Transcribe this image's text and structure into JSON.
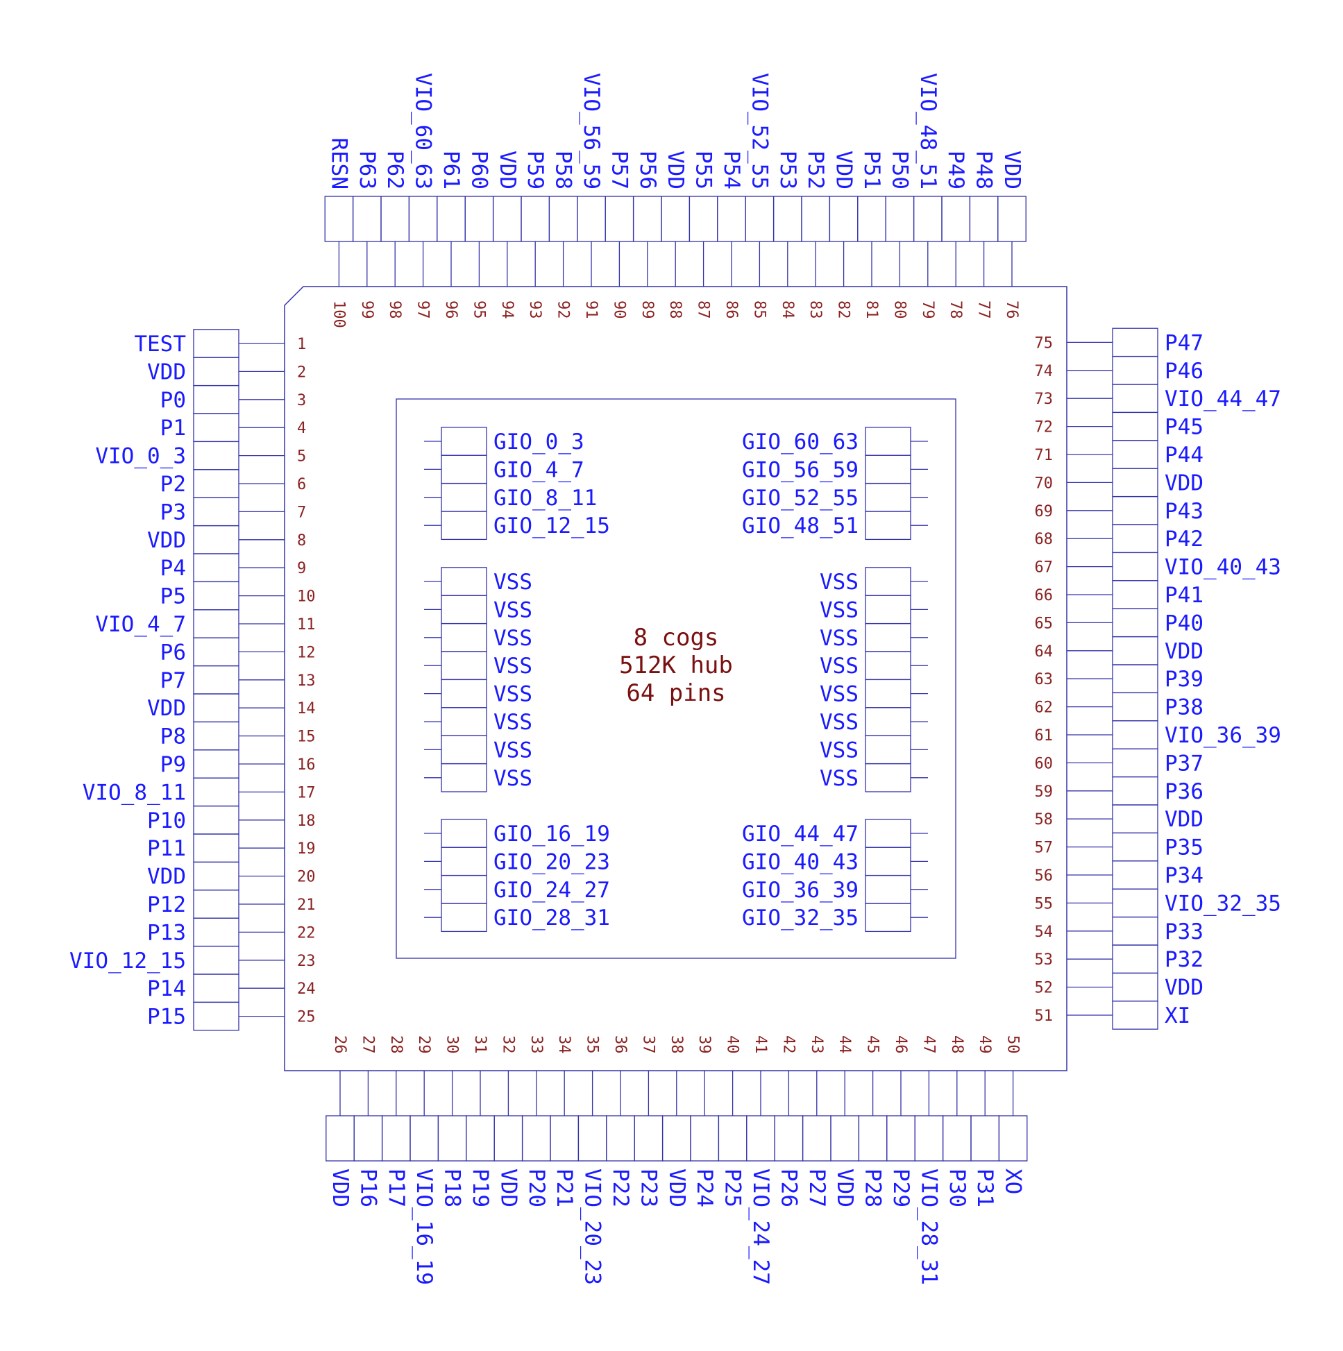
{
  "colors": {
    "outline": "#3333aa",
    "pin_label": "#1a1aff",
    "pin_number": "#8b2222",
    "center_text": "#7a1010",
    "background": "#ffffff"
  },
  "center_text": [
    "8 cogs",
    "512K hub",
    "64 pins"
  ],
  "left_pins": [
    {
      "num": "1",
      "name": "TEST"
    },
    {
      "num": "2",
      "name": "VDD"
    },
    {
      "num": "3",
      "name": "P0"
    },
    {
      "num": "4",
      "name": "P1"
    },
    {
      "num": "5",
      "name": "VIO_0_3"
    },
    {
      "num": "6",
      "name": "P2"
    },
    {
      "num": "7",
      "name": "P3"
    },
    {
      "num": "8",
      "name": "VDD"
    },
    {
      "num": "9",
      "name": "P4"
    },
    {
      "num": "10",
      "name": "P5"
    },
    {
      "num": "11",
      "name": "VIO_4_7"
    },
    {
      "num": "12",
      "name": "P6"
    },
    {
      "num": "13",
      "name": "P7"
    },
    {
      "num": "14",
      "name": "VDD"
    },
    {
      "num": "15",
      "name": "P8"
    },
    {
      "num": "16",
      "name": "P9"
    },
    {
      "num": "17",
      "name": "VIO_8_11"
    },
    {
      "num": "18",
      "name": "P10"
    },
    {
      "num": "19",
      "name": "P11"
    },
    {
      "num": "20",
      "name": "VDD"
    },
    {
      "num": "21",
      "name": "P12"
    },
    {
      "num": "22",
      "name": "P13"
    },
    {
      "num": "23",
      "name": "VIO_12_15"
    },
    {
      "num": "24",
      "name": "P14"
    },
    {
      "num": "25",
      "name": "P15"
    }
  ],
  "bottom_pins": [
    {
      "num": "26",
      "name": "VDD"
    },
    {
      "num": "27",
      "name": "P16"
    },
    {
      "num": "28",
      "name": "P17"
    },
    {
      "num": "29",
      "name": "VIO_16_19"
    },
    {
      "num": "30",
      "name": "P18"
    },
    {
      "num": "31",
      "name": "P19"
    },
    {
      "num": "32",
      "name": "VDD"
    },
    {
      "num": "33",
      "name": "P20"
    },
    {
      "num": "34",
      "name": "P21"
    },
    {
      "num": "35",
      "name": "VIO_20_23"
    },
    {
      "num": "36",
      "name": "P22"
    },
    {
      "num": "37",
      "name": "P23"
    },
    {
      "num": "38",
      "name": "VDD"
    },
    {
      "num": "39",
      "name": "P24"
    },
    {
      "num": "40",
      "name": "P25"
    },
    {
      "num": "41",
      "name": "VIO_24_27"
    },
    {
      "num": "42",
      "name": "P26"
    },
    {
      "num": "43",
      "name": "P27"
    },
    {
      "num": "44",
      "name": "VDD"
    },
    {
      "num": "45",
      "name": "P28"
    },
    {
      "num": "46",
      "name": "P29"
    },
    {
      "num": "47",
      "name": "VIO_28_31"
    },
    {
      "num": "48",
      "name": "P30"
    },
    {
      "num": "49",
      "name": "P31"
    },
    {
      "num": "50",
      "name": "XO"
    }
  ],
  "right_pins": [
    {
      "num": "51",
      "name": "XI"
    },
    {
      "num": "52",
      "name": "VDD"
    },
    {
      "num": "53",
      "name": "P32"
    },
    {
      "num": "54",
      "name": "P33"
    },
    {
      "num": "55",
      "name": "VIO_32_35"
    },
    {
      "num": "56",
      "name": "P34"
    },
    {
      "num": "57",
      "name": "P35"
    },
    {
      "num": "58",
      "name": "VDD"
    },
    {
      "num": "59",
      "name": "P36"
    },
    {
      "num": "60",
      "name": "P37"
    },
    {
      "num": "61",
      "name": "VIO_36_39"
    },
    {
      "num": "62",
      "name": "P38"
    },
    {
      "num": "63",
      "name": "P39"
    },
    {
      "num": "64",
      "name": "VDD"
    },
    {
      "num": "65",
      "name": "P40"
    },
    {
      "num": "66",
      "name": "P41"
    },
    {
      "num": "67",
      "name": "VIO_40_43"
    },
    {
      "num": "68",
      "name": "P42"
    },
    {
      "num": "69",
      "name": "P43"
    },
    {
      "num": "70",
      "name": "VDD"
    },
    {
      "num": "71",
      "name": "P44"
    },
    {
      "num": "72",
      "name": "P45"
    },
    {
      "num": "73",
      "name": "VIO_44_47"
    },
    {
      "num": "74",
      "name": "P46"
    },
    {
      "num": "75",
      "name": "P47"
    }
  ],
  "top_pins": [
    {
      "num": "76",
      "name": "VDD"
    },
    {
      "num": "77",
      "name": "P48"
    },
    {
      "num": "78",
      "name": "P49"
    },
    {
      "num": "79",
      "name": "VIO_48_51"
    },
    {
      "num": "80",
      "name": "P50"
    },
    {
      "num": "81",
      "name": "P51"
    },
    {
      "num": "82",
      "name": "VDD"
    },
    {
      "num": "83",
      "name": "P52"
    },
    {
      "num": "84",
      "name": "P53"
    },
    {
      "num": "85",
      "name": "VIO_52_55"
    },
    {
      "num": "86",
      "name": "P54"
    },
    {
      "num": "87",
      "name": "P55"
    },
    {
      "num": "88",
      "name": "VDD"
    },
    {
      "num": "89",
      "name": "P56"
    },
    {
      "num": "90",
      "name": "P57"
    },
    {
      "num": "91",
      "name": "VIO_56_59"
    },
    {
      "num": "92",
      "name": "P58"
    },
    {
      "num": "93",
      "name": "P59"
    },
    {
      "num": "94",
      "name": "VDD"
    },
    {
      "num": "95",
      "name": "P60"
    },
    {
      "num": "96",
      "name": "P61"
    },
    {
      "num": "97",
      "name": "VIO_60_63"
    },
    {
      "num": "98",
      "name": "P62"
    },
    {
      "num": "99",
      "name": "P63"
    },
    {
      "num": "100",
      "name": "RESN"
    }
  ],
  "inner_groups": {
    "left_top": [
      "GIO_0_3",
      "GIO_4_7",
      "GIO_8_11",
      "GIO_12_15"
    ],
    "right_top": [
      "GIO_60_63",
      "GIO_56_59",
      "GIO_52_55",
      "GIO_48_51"
    ],
    "left_mid": [
      "VSS",
      "VSS",
      "VSS",
      "VSS",
      "VSS",
      "VSS",
      "VSS",
      "VSS"
    ],
    "right_mid": [
      "VSS",
      "VSS",
      "VSS",
      "VSS",
      "VSS",
      "VSS",
      "VSS",
      "VSS"
    ],
    "left_bottom": [
      "GIO_16_19",
      "GIO_20_23",
      "GIO_24_27",
      "GIO_28_31"
    ],
    "right_bottom": [
      "GIO_44_47",
      "GIO_40_43",
      "GIO_36_39",
      "GIO_32_35"
    ]
  }
}
